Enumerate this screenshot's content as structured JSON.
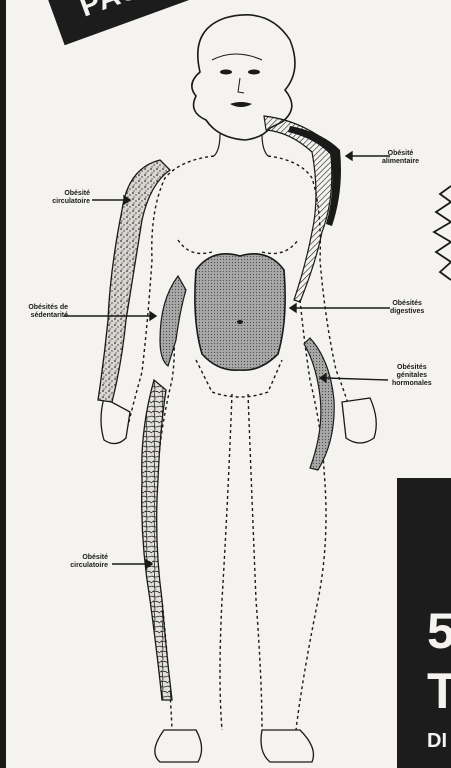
{
  "banner": {
    "text": "PAS DE"
  },
  "panel": {
    "line1": "5",
    "line2": "T",
    "line3": "DI"
  },
  "labels": {
    "obesite_alimentaire": "Obésité\nalimentaire",
    "obesite_circulatoire_upper": "Obésité\ncirculatoire",
    "obesites_sedentarite": "Obésités de\nsédentarité",
    "obesites_digestives": "Obésités\ndigestives",
    "obesites_genitales": "Obésités\ngénitales\nhormonales",
    "obesite_circulatoire_lower": "Obésité\ncirculatoire"
  },
  "colors": {
    "ink": "#1a1a1a",
    "paper": "#f4f3ef",
    "shade": "#9a9a9a"
  },
  "icons": [
    "arrow-icon",
    "zigzag-burst-icon"
  ]
}
